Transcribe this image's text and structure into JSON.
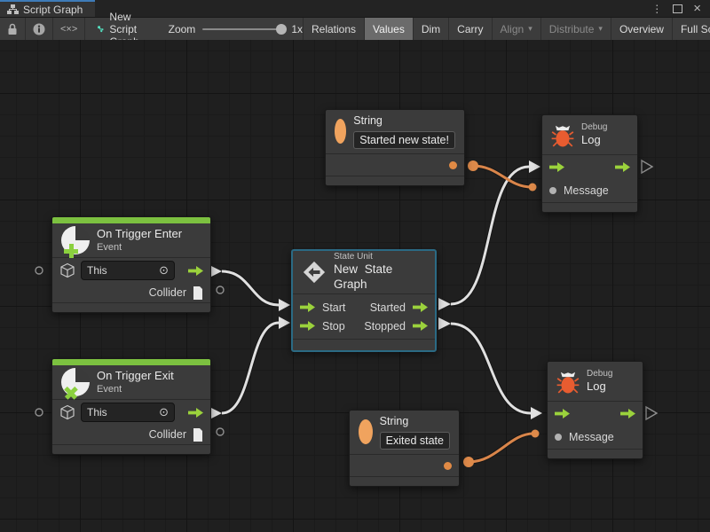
{
  "window": {
    "tab": "Script Graph",
    "menu_icon": "⋮",
    "close_icon": "×"
  },
  "toolbar": {
    "code_icon": "<×>",
    "graph_name": "New Script Graph",
    "zoom_label": "Zoom",
    "zoom_value": "1x",
    "relations": "Relations",
    "values": "Values",
    "dim": "Dim",
    "carry": "Carry",
    "align": "Align",
    "distribute": "Distribute",
    "caret": "▾",
    "overview": "Overview",
    "fullscreen": "Full Scr"
  },
  "nodes": {
    "string_top": {
      "title": "String",
      "value": "Started new state!"
    },
    "string_bottom": {
      "title": "String",
      "value": "Exited state"
    },
    "debug_top": {
      "category": "Debug",
      "title": "Log",
      "port": "Message"
    },
    "debug_bottom": {
      "category": "Debug",
      "title": "Log",
      "port": "Message"
    },
    "trigger_enter": {
      "title": "On Trigger Enter",
      "subtitle": "Event",
      "self": "This",
      "picker_icon": "⊙",
      "output": "Collider"
    },
    "trigger_exit": {
      "title": "On Trigger Exit",
      "subtitle": "Event",
      "self": "This",
      "picker_icon": "⊙",
      "output": "Collider"
    },
    "state_unit": {
      "category": "State Unit",
      "title": "New State Graph",
      "start": "Start",
      "stop": "Stop",
      "started": "Started",
      "stopped": "Stopped"
    }
  },
  "colors": {
    "flow_green": "#9bd23c",
    "event_strip_green": "#7cc140",
    "value_orange": "#de8a4a",
    "selection_blue": "#2b6a84",
    "tab_accent": "#3e7bb8",
    "wire_white": "#e0e0e0"
  }
}
